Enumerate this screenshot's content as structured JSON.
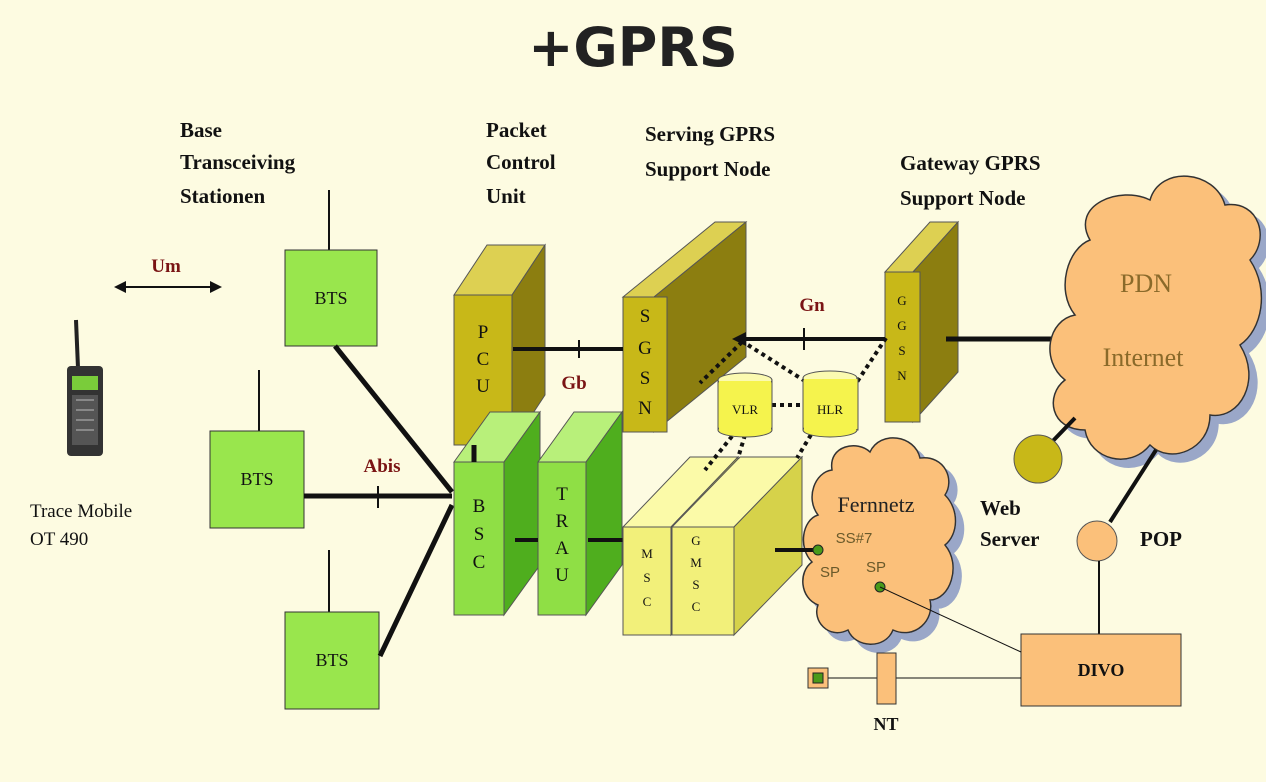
{
  "title": "+GPRS",
  "labels": {
    "bts_group": [
      "Base",
      "Transceiving",
      "Stationen"
    ],
    "pcu_group": [
      "Packet",
      "Control",
      "Unit"
    ],
    "sgsn_group": [
      "Serving GPRS",
      "Support Node"
    ],
    "ggsn_group": [
      "Gateway GPRS",
      "Support Node"
    ],
    "mobile": [
      "Trace Mobile",
      "OT 490"
    ],
    "web_server": [
      "Web",
      "Server"
    ],
    "pop": "POP",
    "nt": "NT"
  },
  "interfaces": {
    "um": "Um",
    "abis": "Abis",
    "gb": "Gb",
    "gn": "Gn"
  },
  "nodes": {
    "bts": "BTS",
    "pcu": [
      "P",
      "C",
      "U"
    ],
    "sgsn": [
      "S",
      "G",
      "S",
      "N"
    ],
    "ggsn": [
      "G",
      "G",
      "S",
      "N"
    ],
    "bsc": [
      "B",
      "S",
      "C"
    ],
    "trau": [
      "T",
      "R",
      "A",
      "U"
    ],
    "msc": [
      "M",
      "S",
      "C"
    ],
    "gmsc": [
      "G",
      "M",
      "S",
      "C"
    ],
    "vlr": "VLR",
    "hlr": "HLR",
    "divo": "DIVO"
  },
  "clouds": {
    "pdn": "PDN",
    "internet": "Internet",
    "fernnetz": "Fernnetz",
    "ss7": "SS#7",
    "sp1": "SP",
    "sp2": "SP"
  },
  "colors": {
    "background": "#fdfbe1",
    "bts_green": "#99e64d",
    "pcu_olive": "#c8b818",
    "msc_yellow": "#f2f07a",
    "cloud_orange": "#fbc07a",
    "interface_label": "#7a1414"
  }
}
